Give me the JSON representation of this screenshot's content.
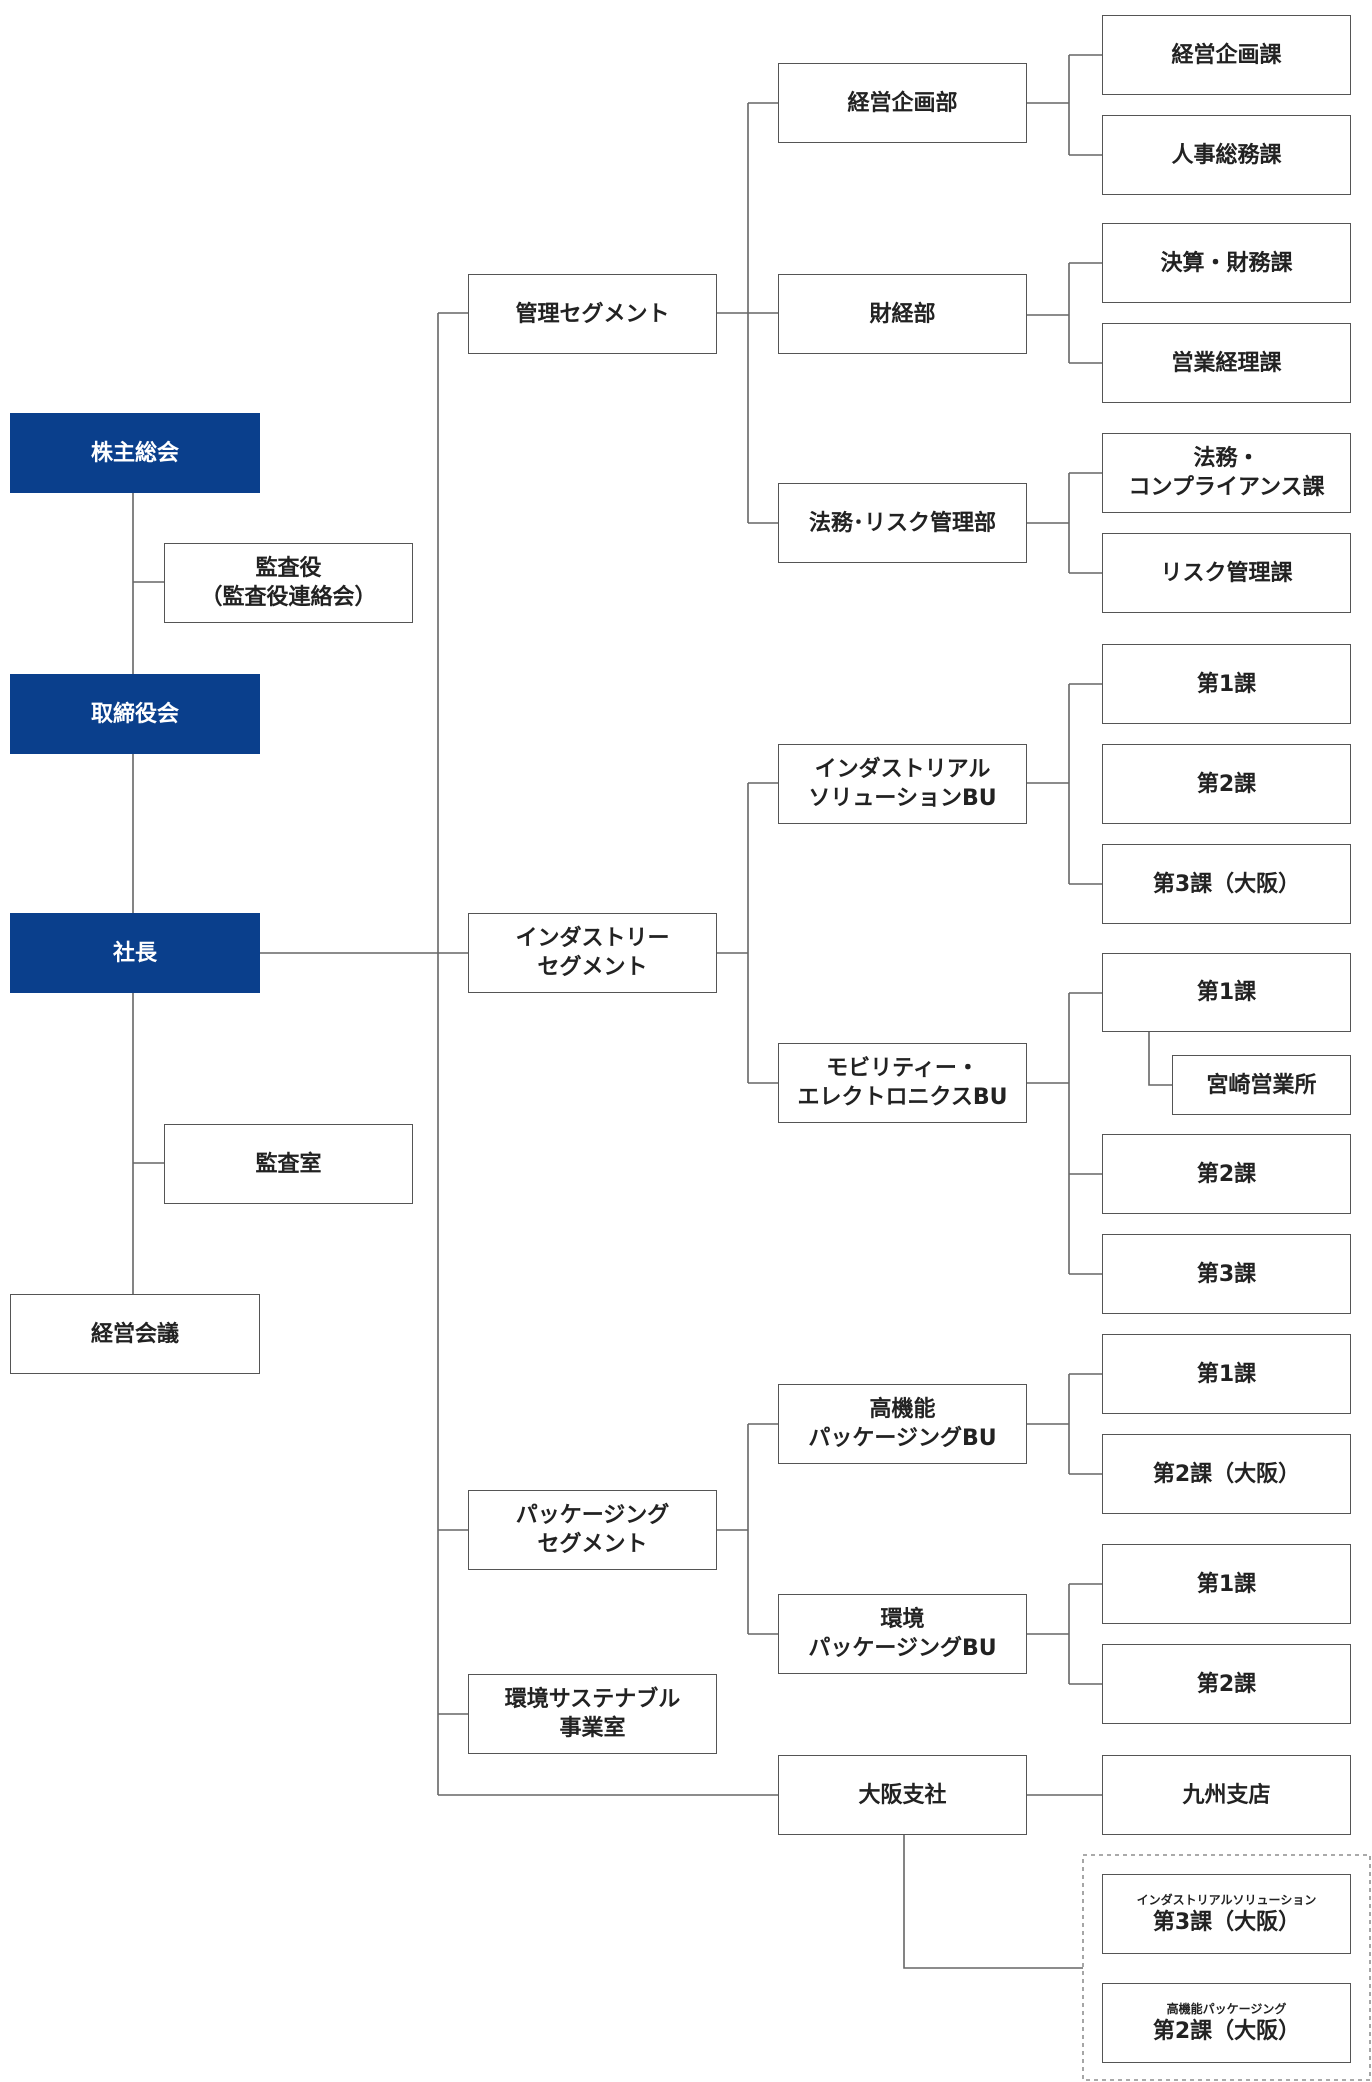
{
  "org": {
    "shareholders": "株主総会",
    "auditor": [
      "監査役",
      "（監査役連絡会）"
    ],
    "board": "取締役会",
    "president": "社長",
    "audit_office": "監査室",
    "management_meeting": "経営会議",
    "admin_segment": "管理セグメント",
    "planning_dept": "経営企画部",
    "planning_section": "経営企画課",
    "hr_section": "人事総務課",
    "finance_dept": "財経部",
    "accounting_section": "決算・財務課",
    "biz_accounting_section": "営業経理課",
    "legal_dept": "法務･リスク管理部",
    "compliance_section": [
      "法務・",
      "コンプライアンス課"
    ],
    "risk_section": "リスク管理課",
    "industry_segment": [
      "インダストリー",
      "セグメント"
    ],
    "isbu": [
      "インダストリアル",
      "ソリューションBU"
    ],
    "isbu_s1": "第1課",
    "isbu_s2": "第2課",
    "isbu_s3": "第3課（大阪）",
    "mebu": [
      "モビリティー・",
      "エレクトロニクスBU"
    ],
    "mebu_s1": "第1課",
    "miyazaki": "宮崎営業所",
    "mebu_s2": "第2課",
    "mebu_s3": "第3課",
    "packaging_segment": [
      "パッケージング",
      "セグメント"
    ],
    "hfp_bu": [
      "高機能",
      "パッケージングBU"
    ],
    "hfp_s1": "第1課",
    "hfp_s2": "第2課（大阪）",
    "env_bu": [
      "環境",
      "パッケージングBU"
    ],
    "env_s1": "第1課",
    "env_s2": "第2課",
    "sustainable_office": [
      "環境サステナブル",
      "事業室"
    ],
    "osaka_branch": "大阪支社",
    "kyushu_branch": "九州支店",
    "osaka_is_sub": "インダストリアルソリューション",
    "osaka_is_main": "第3課（大阪）",
    "osaka_hfp_sub": "高機能パッケージング",
    "osaka_hfp_main": "第2課（大阪）"
  },
  "colors": {
    "navy": "#0a3f8c",
    "line": "#666666"
  }
}
